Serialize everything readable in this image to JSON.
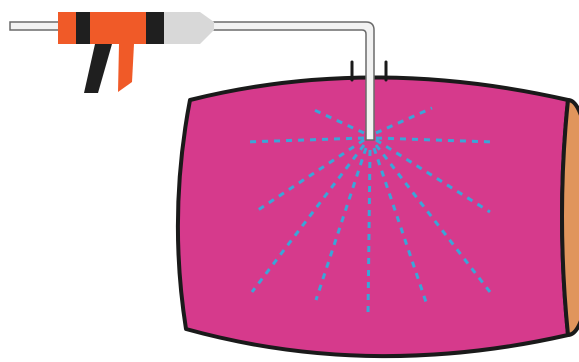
{
  "diagram": {
    "colors": {
      "barrel_fill": "#d63a8c",
      "barrel_end_fill": "#e0955c",
      "outline": "#1a1a1a",
      "spray": "#3aa6d8",
      "gun_body": "#f05a28",
      "gun_dark": "#1f1f1f",
      "nozzle": "#d8d8d8",
      "tube_fill": "#f2f2f2",
      "tube_outline": "#6a6a6a"
    },
    "components": [
      "spray-gun",
      "injection-tube",
      "barrel",
      "barrel-end",
      "spray-pattern"
    ],
    "spray_line_count": 12
  }
}
